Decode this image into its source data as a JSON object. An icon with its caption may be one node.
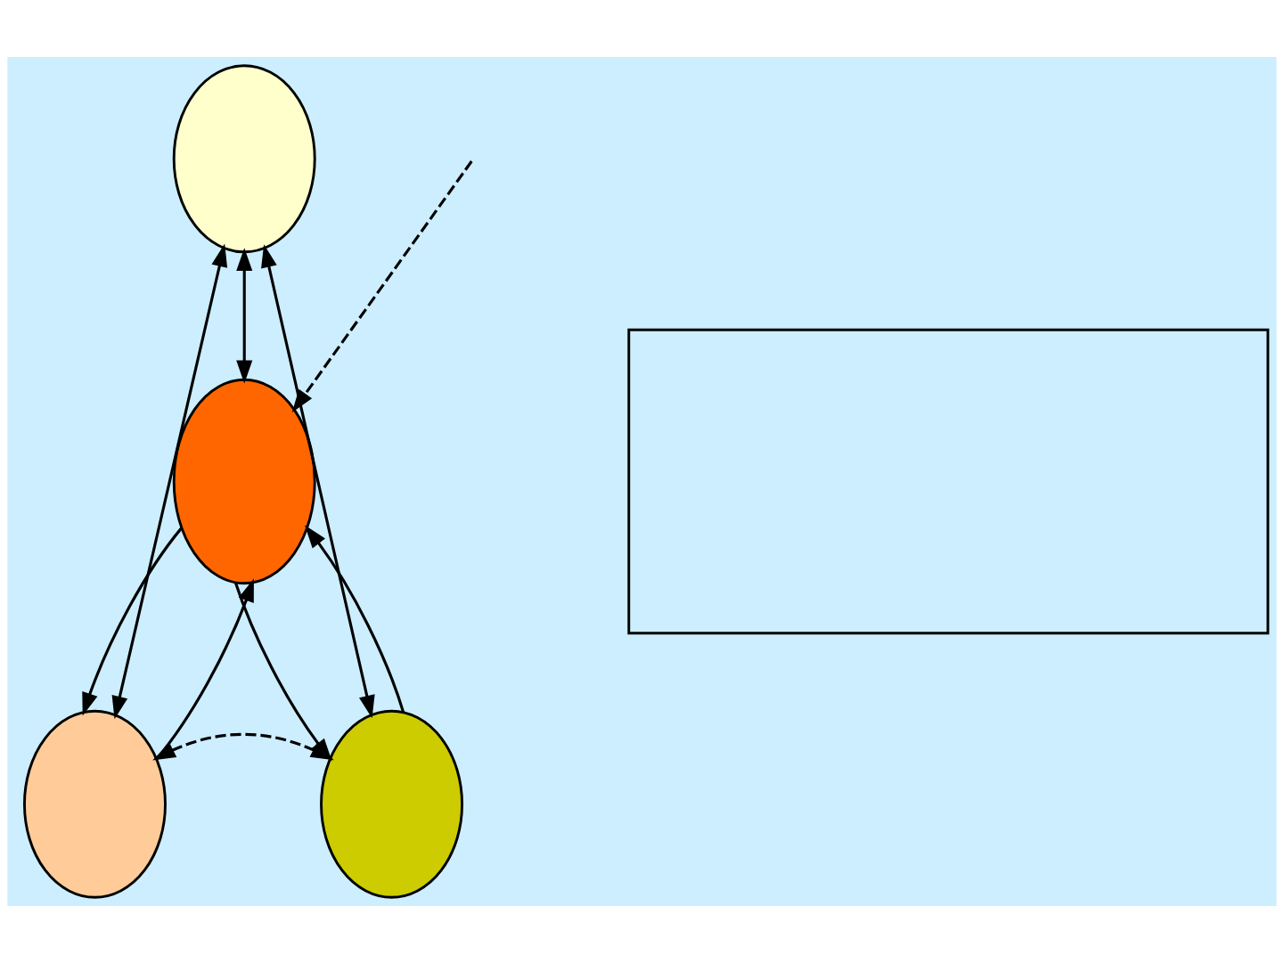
{
  "diagram": {
    "nodes": [
      {
        "text": [],
        "shape": "ellipse"
      },
      {
        "text": [],
        "shape": "ellipse"
      },
      {
        "text": [],
        "shape": "ellipse"
      },
      {
        "text": [],
        "shape": "ellipse"
      },
      {
        "text": [],
        "shape": "box"
      }
    ],
    "edges": [
      {
        "from": 0,
        "to": 2,
        "arrow": "both"
      },
      {
        "from": 0,
        "to": 1,
        "arrow": "both"
      },
      {
        "from": 0,
        "to": 3,
        "arrow": "both"
      },
      {
        "from": 1,
        "to": 2,
        "arrow": "to"
      },
      {
        "from": 2,
        "to": 1,
        "arrow": "to"
      },
      {
        "from": 3,
        "to": 1,
        "arrow": "to"
      },
      {
        "from": 1,
        "to": 3,
        "arrow": "to"
      },
      {
        "from": 2,
        "to": 3,
        "arrow": "both",
        "style": "dashed"
      },
      {
        "from": null,
        "to": 1,
        "arrow": "to",
        "style": "dashed"
      }
    ]
  }
}
